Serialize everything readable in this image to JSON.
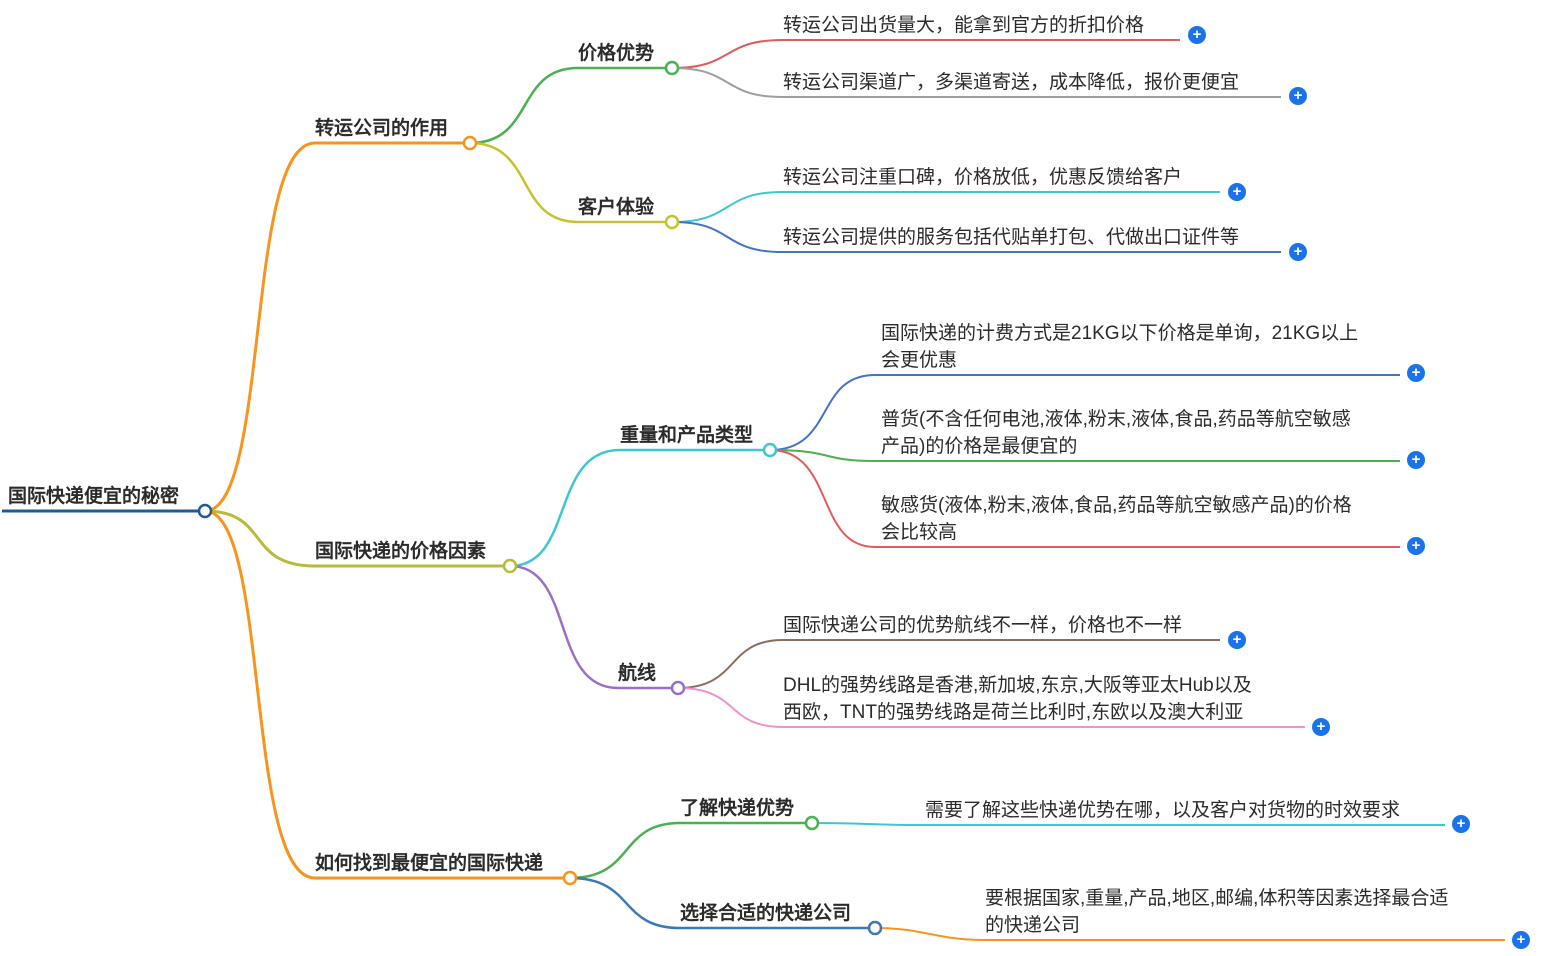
{
  "mindmap": {
    "root": {
      "label": "国际快递便宜的秘密"
    },
    "branches": [
      {
        "label": "转运公司的作用",
        "children": [
          {
            "label": "价格优势",
            "children": [
              {
                "label": "转运公司出货量大，能拿到官方的折扣价格"
              },
              {
                "label": "转运公司渠道广，多渠道寄送，成本降低，报价更便宜"
              }
            ]
          },
          {
            "label": "客户体验",
            "children": [
              {
                "label": "转运公司注重口碑，价格放低，优惠反馈给客户"
              },
              {
                "label": "转运公司提供的服务包括代贴单打包、代做出口证件等"
              }
            ]
          }
        ]
      },
      {
        "label": "国际快递的价格因素",
        "children": [
          {
            "label": "重量和产品类型",
            "children": [
              {
                "label": "国际快递的计费方式是21KG以下价格是单询，21KG以上\n会更优惠"
              },
              {
                "label": "普货(不含任何电池,液体,粉末,液体,食品,药品等航空敏感\n产品)的价格是最便宜的"
              },
              {
                "label": "敏感货(液体,粉末,液体,食品,药品等航空敏感产品)的价格\n会比较高"
              }
            ]
          },
          {
            "label": "航线",
            "children": [
              {
                "label": "国际快递公司的优势航线不一样，价格也不一样"
              },
              {
                "label": "DHL的强势线路是香港,新加坡,东京,大阪等亚太Hub以及\n西欧，TNT的强势线路是荷兰比利时,东欧以及澳大利亚"
              }
            ]
          }
        ]
      },
      {
        "label": "如何找到最便宜的国际快递",
        "children": [
          {
            "label": "了解快递优势",
            "children": [
              {
                "label": "需要了解这些快递优势在哪，以及客户对货物的时效要求"
              }
            ]
          },
          {
            "label": "选择合适的快递公司",
            "children": [
              {
                "label": "要根据国家,重量,产品,地区,邮编,体积等因素选择最合适\n的快递公司"
              }
            ]
          }
        ]
      }
    ]
  },
  "icons": {
    "plus": "+"
  },
  "colors": {
    "root_line": "#1f5c97",
    "orange": "#f7941e",
    "olive": "#b6bb39",
    "green": "#4caf50",
    "yellow": "#c6c32e",
    "red": "#e05b5b",
    "gray": "#9e9e9e",
    "cyan": "#3ec6d2",
    "blue": "#4472c4",
    "purple": "#9b6fc8",
    "brown": "#8d6e63",
    "pink": "#ef93c8",
    "steel_blue": "#3d78b5",
    "plus_button": "#1a73e8"
  }
}
